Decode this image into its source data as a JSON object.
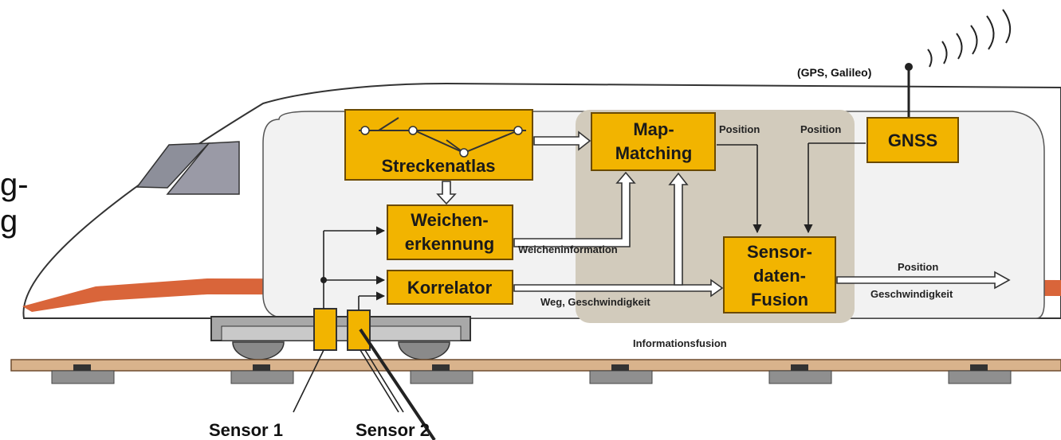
{
  "left_fragment": {
    "line1": "g-",
    "line2": "g"
  },
  "gnss_note": "(GPS, Galileo)",
  "boxes": {
    "streckenatlas": "Streckenatlas",
    "map_matching": {
      "line1": "Map-",
      "line2": "Matching"
    },
    "gnss": "GNSS",
    "weichenerkennung": {
      "line1": "Weichen-",
      "line2": "erkennung"
    },
    "korrelator": "Korrelator",
    "sensordatenfusion": {
      "line1": "Sensor-",
      "line2": "daten-",
      "line3": "Fusion"
    }
  },
  "labels": {
    "position_mm": "Position",
    "position_gnss": "Position",
    "weicheninformation": "Weicheninformation",
    "weg_geschwindigkeit": "Weg, Geschwindigkeit",
    "output_position": "Position",
    "output_geschwindigkeit": "Geschwindigkeit",
    "informationsfusion": "Informationsfusion",
    "sensor1": "Sensor 1",
    "sensor2": "Sensor 2"
  },
  "colors": {
    "box_fill": "#f2b400",
    "box_stroke": "#6b4a00",
    "fusion_area": "#d2cbbc",
    "stripe": "#d9653a",
    "rail": "#d9b38c",
    "sleeper": "#8f8f8f"
  }
}
